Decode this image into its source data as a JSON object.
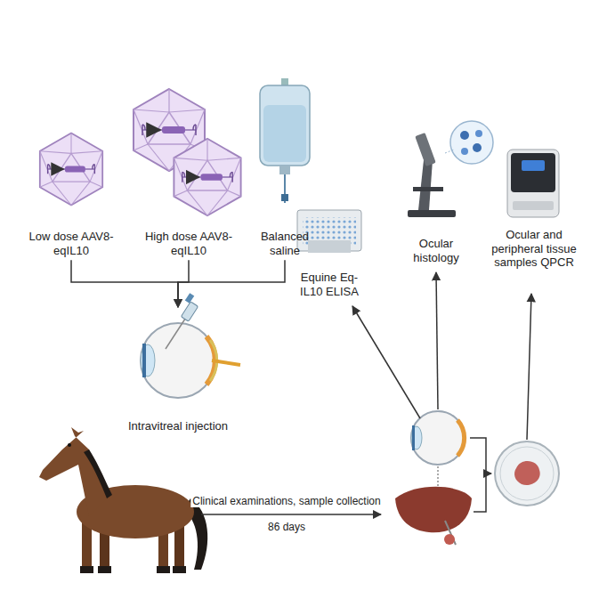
{
  "diagram": {
    "nodes": [
      {
        "text": [
          "Low dose AAV8-eqIL10"
        ]
      },
      {
        "text": [
          "High dose AAV8-eqIL10"
        ]
      },
      {
        "text": [
          "Balanced saline"
        ]
      },
      {
        "text": [
          "Intravitreal injection"
        ]
      },
      {
        "text": [
          "Equine Eq-IL10 ELISA"
        ]
      },
      {
        "text": [
          "Ocular histology"
        ]
      },
      {
        "text": [
          "Ocular and peripheral tissue samples QPCR"
        ]
      }
    ],
    "edges": [
      {
        "from": 0,
        "to": 3,
        "arrow": "to"
      },
      {
        "from": 1,
        "to": 3,
        "arrow": "to"
      },
      {
        "from": 2,
        "to": 3,
        "arrow": "to"
      }
    ],
    "labels": [
      "Clinical examinations, sample collection",
      "86 days"
    ]
  }
}
